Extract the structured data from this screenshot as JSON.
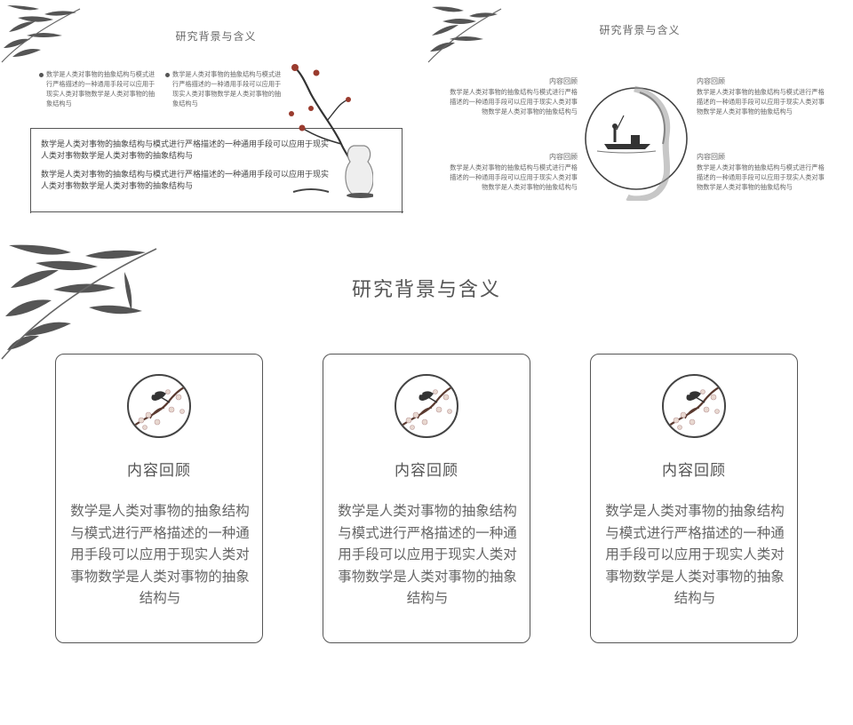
{
  "slide_a": {
    "title": "研究背景与含义",
    "bullets": [
      "数学是人类对事物的抽象结构与模式进行严格描述的一种通用手段可以应用于现实人类对事物数学是人类对事物的抽象结构与",
      "数学是人类对事物的抽象结构与模式进行严格描述的一种通用手段可以应用于现实人类对事物数学是人类对事物的抽象结构与"
    ],
    "box_paragraphs": [
      "数学是人类对事物的抽象结构与模式进行严格描述的一种通用手段可以应用于现实人类对事物数学是人类对事物的抽象结构与",
      "数学是人类对事物的抽象结构与模式进行严格描述的一种通用手段可以应用于现实人类对事物数学是人类对事物的抽象结构与"
    ]
  },
  "slide_b": {
    "title": "研究背景与含义",
    "blocks": [
      {
        "heading": "内容回顾",
        "text": "数学是人类对事物的抽象结构与模式进行严格描述的一种通用手段可以应用于现实人类对事物数学是人类对事物的抽象结构与"
      },
      {
        "heading": "内容回顾",
        "text": "数学是人类对事物的抽象结构与模式进行严格描述的一种通用手段可以应用于现实人类对事物数学是人类对事物的抽象结构与"
      },
      {
        "heading": "内容回顾",
        "text": "数学是人类对事物的抽象结构与模式进行严格描述的一种通用手段可以应用于现实人类对事物数学是人类对事物的抽象结构与"
      },
      {
        "heading": "内容回顾",
        "text": "数学是人类对事物的抽象结构与模式进行严格描述的一种通用手段可以应用于现实人类对事物数学是人类对事物的抽象结构与"
      }
    ]
  },
  "slide_c": {
    "title": "研究背景与含义",
    "cards": [
      {
        "title": "内容回顾",
        "text": "数学是人类对事物的抽象结构与模式进行严格描述的一种通用手段可以应用于现实人类对事物数学是人类对事物的抽象结构与"
      },
      {
        "title": "内容回顾",
        "text": "数学是人类对事物的抽象结构与模式进行严格描述的一种通用手段可以应用于现实人类对事物数学是人类对事物的抽象结构与"
      },
      {
        "title": "内容回顾",
        "text": "数学是人类对事物的抽象结构与模式进行严格描述的一种通用手段可以应用于现实人类对事物数学是人类对事物的抽象结构与"
      }
    ]
  },
  "colors": {
    "ink": "#444444",
    "text": "#666666",
    "plum": "#9a3b2e",
    "border": "#555555"
  }
}
